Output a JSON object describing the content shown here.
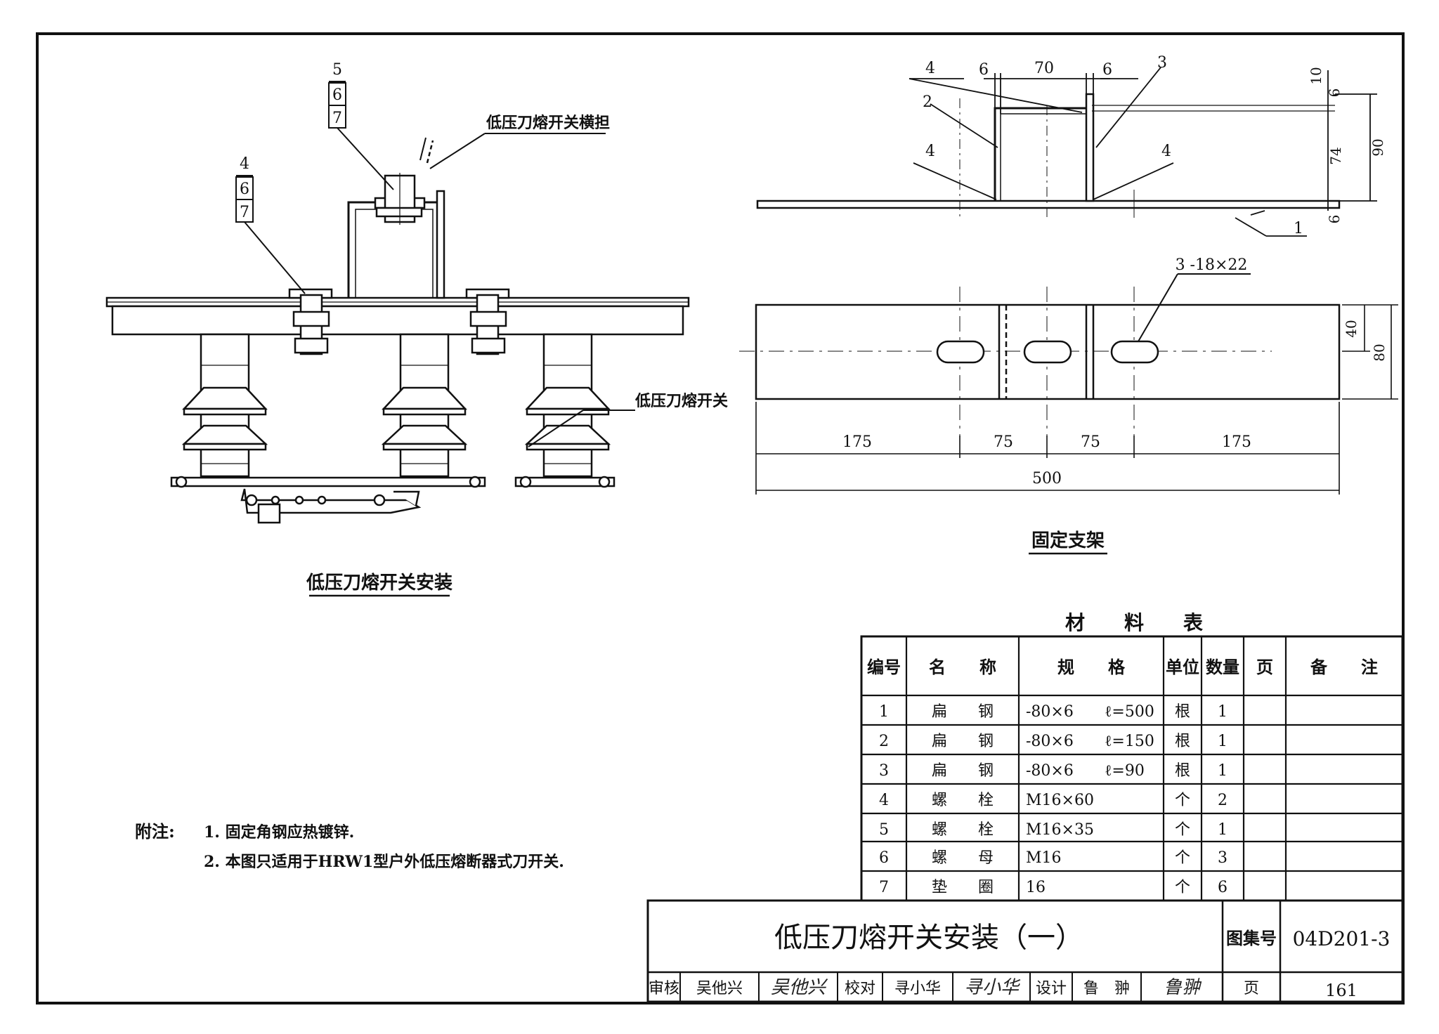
{
  "left_view": {
    "stack_a": [
      "5",
      "6",
      "7"
    ],
    "stack_b": [
      "4",
      "6",
      "7"
    ],
    "crossarm_label": "低压刀熔开关横担",
    "switch_label": "低压刀熔开关",
    "title": "低压刀熔开关安装"
  },
  "bracket_view": {
    "top_dims": [
      "6",
      "70",
      "6"
    ],
    "callouts": {
      "item3": "3",
      "item2": "2",
      "item1": "1"
    },
    "weld_marks": [
      "4",
      "4",
      "4"
    ],
    "right_dims": {
      "d10": "10",
      "d6a": "6",
      "d74": "74",
      "d90": "90",
      "d6b": "6"
    },
    "slot_label": "3 -18×22",
    "plan_right_dims": {
      "d40": "40",
      "d80": "80"
    },
    "bottom_dims": [
      "175",
      "75",
      "75",
      "175"
    ],
    "total_dim": "500",
    "title": "固定支架"
  },
  "notes": {
    "prefix": "附注:",
    "line1": "1. 固定角钢应热镀锌.",
    "line2": "2. 本图只适用于HRW1型户外低压熔断器式刀开关."
  },
  "materials": {
    "title": "材　　料　　表",
    "headers": [
      "编号",
      "名　　称",
      "规　　格",
      "单位",
      "数量",
      "页",
      "备　　注"
    ],
    "rows": [
      [
        "1",
        "扁　　钢",
        "-80×6　　ℓ=500",
        "根",
        "1",
        "",
        ""
      ],
      [
        "2",
        "扁　　钢",
        "-80×6　　ℓ=150",
        "根",
        "1",
        "",
        ""
      ],
      [
        "3",
        "扁　　钢",
        "-80×6　　ℓ=90",
        "根",
        "1",
        "",
        ""
      ],
      [
        "4",
        "螺　　栓",
        "M16×60",
        "个",
        "2",
        "",
        ""
      ],
      [
        "5",
        "螺　　栓",
        "M16×35",
        "个",
        "1",
        "",
        ""
      ],
      [
        "6",
        "螺　　母",
        "M16",
        "个",
        "3",
        "",
        ""
      ],
      [
        "7",
        "垫　　圈",
        "16",
        "个",
        "6",
        "",
        ""
      ]
    ]
  },
  "title_block": {
    "drawing_title": "低压刀熔开关安装（一）",
    "atlas_label": "图集号",
    "atlas_no": "04D201-3",
    "review_label": "审核",
    "reviewer": "吴他兴",
    "reviewer_sig": "吴他兴",
    "check_label": "校对",
    "checker": "寻小华",
    "checker_sig": "寻小华",
    "design_label": "设计",
    "designer": "鲁　翀",
    "designer_sig": "鲁翀",
    "page_label": "页",
    "page_no": "161"
  }
}
